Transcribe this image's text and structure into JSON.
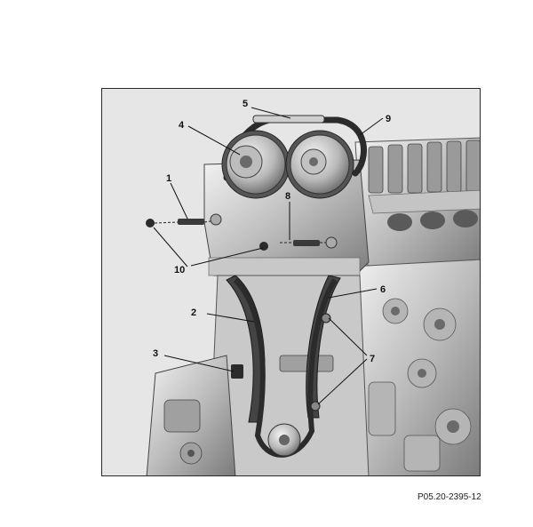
{
  "figure": {
    "code": "P05.20-2395-12",
    "callouts": [
      "1",
      "2",
      "3",
      "4",
      "5",
      "6",
      "7",
      "7",
      "8",
      "9",
      "10",
      "10"
    ]
  },
  "colors": {
    "background": "#e6e6e6",
    "chain": "#2b2b2b",
    "metal_light": "#d0d0d0",
    "metal_mid": "#a8a8a8",
    "metal_dark": "#6e6e6e"
  }
}
